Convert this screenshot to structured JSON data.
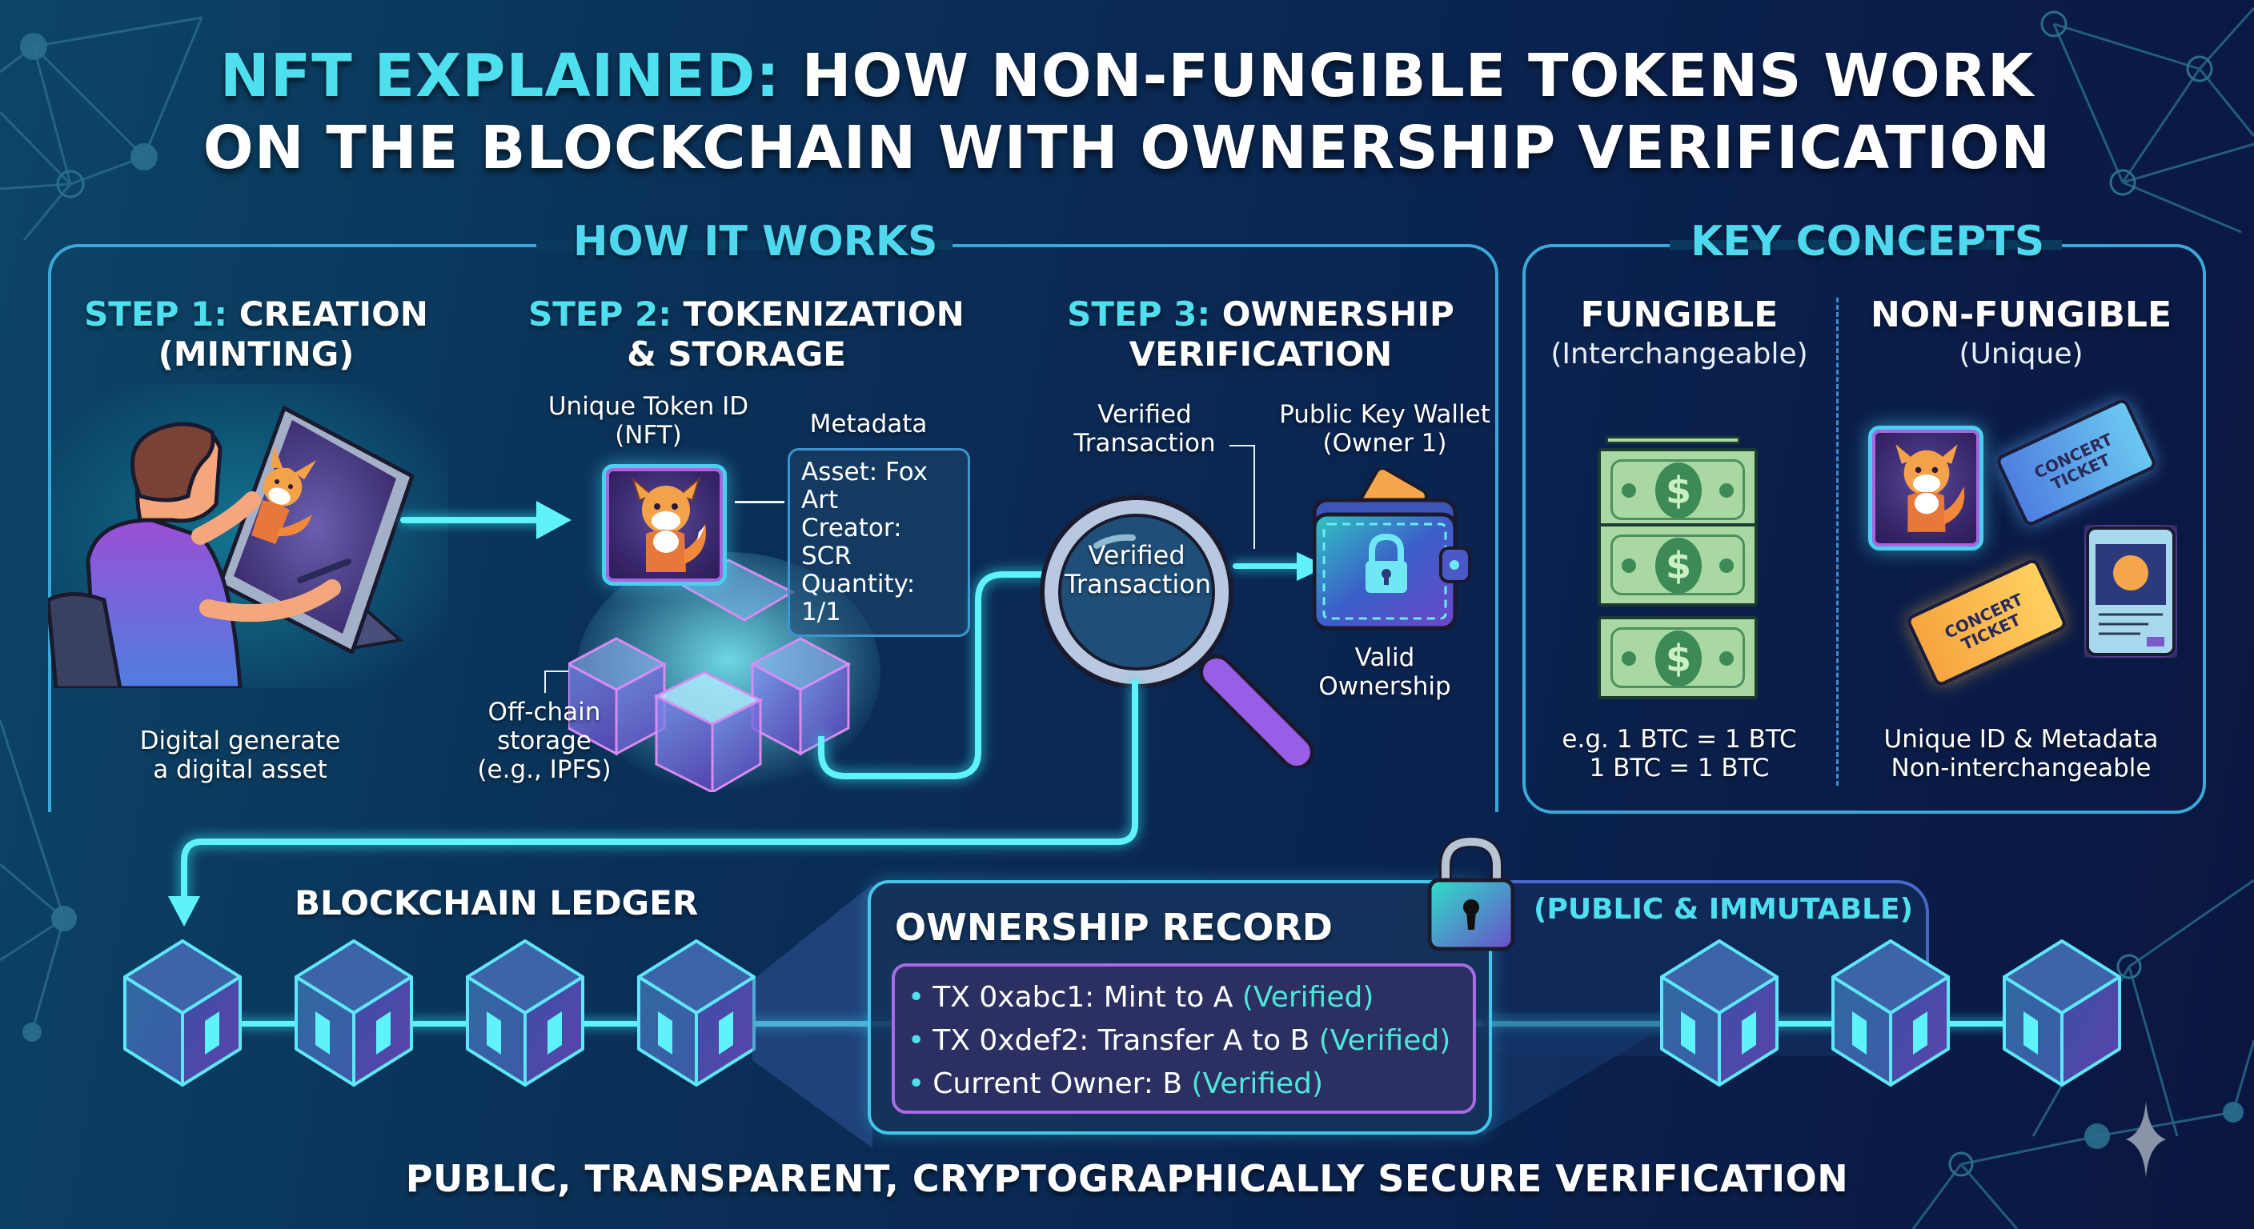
{
  "title": {
    "line1_highlight": "NFT EXPLAINED:",
    "line1_rest": " HOW NON-FUNGIBLE TOKENS WORK",
    "line2": "ON THE BLOCKCHAIN WITH OWNERSHIP VERIFICATION"
  },
  "how_it_works": {
    "heading": "HOW IT WORKS",
    "steps": [
      {
        "prefix": "STEP 1:",
        "title_line1": " CREATION",
        "title_line2": "(MINTING)",
        "caption_line1": "Digital generate",
        "caption_line2": "a digital asset",
        "icon": "artist-drawing-on-tablet"
      },
      {
        "prefix": "STEP 2:",
        "title_line1": " TOKENIZATION",
        "title_line2": "& STORAGE",
        "token_label_line1": "Unique Token ID",
        "token_label_line2": "(NFT)",
        "metadata_label": "Metadata",
        "metadata": [
          "Asset: Fox Art",
          "Creator: SCR",
          "Quantity: 1/1"
        ],
        "storage_label_line1": "Off-chain",
        "storage_label_line2": "storage",
        "storage_label_line3": "(e.g., IPFS)",
        "icon": "cube-cluster"
      },
      {
        "prefix": "STEP 3:",
        "title_line1": " OWNERSHIP",
        "title_line2": "VERIFICATION",
        "tx_label_line1": "Verified",
        "tx_label_line2": "Transaction",
        "lens_text_line1": "Verified",
        "lens_text_line2": "Transaction",
        "wallet_label_line1": "Public Key Wallet",
        "wallet_label_line2": "(Owner 1)",
        "valid_line1": "Valid",
        "valid_line2": "Ownership",
        "icons": [
          "magnifying-glass",
          "locked-wallet"
        ]
      }
    ]
  },
  "key_concepts": {
    "heading": "KEY CONCEPTS",
    "fungible": {
      "title": "FUNGIBLE",
      "subtitle": "(Interchangeable)",
      "example_line1": "e.g. 1 BTC = 1 BTC",
      "example_line2": "1 BTC  = 1 BTC",
      "bill_symbol": "$",
      "bill_count": 3
    },
    "non_fungible": {
      "title": "NON-FUNGIBLE",
      "subtitle": "(Unique)",
      "caption_line1": "Unique ID & Metadata",
      "caption_line2": "Non-interchangeable",
      "ticket_text_line1": "CONCERT",
      "ticket_text_line2": "TICKET"
    }
  },
  "ledger": {
    "title": "BLOCKCHAIN LEDGER",
    "block_count_left": 4,
    "block_count_right": 3,
    "record": {
      "title": "OWNERSHIP RECORD",
      "rows": [
        {
          "text": "TX 0xabc1: Mint to A",
          "status": "(Verified)"
        },
        {
          "text": "TX 0xdef2: Transfer A to B",
          "status": "(Verified)"
        },
        {
          "text": "Current Owner: B",
          "status": "(Verified)"
        }
      ]
    },
    "public_label": "(PUBLIC & IMMUTABLE)"
  },
  "footer": "PUBLIC, TRANSPARENT, CRYPTOGRAPHICALLY SECURE VERIFICATION",
  "colors": {
    "accent_cyan": "#4fe0ef",
    "verified_teal": "#4ee6d8",
    "panel_border": "#3aa8d8",
    "record_inner_border": "#a76be6",
    "background_dark": "#0a1640"
  }
}
